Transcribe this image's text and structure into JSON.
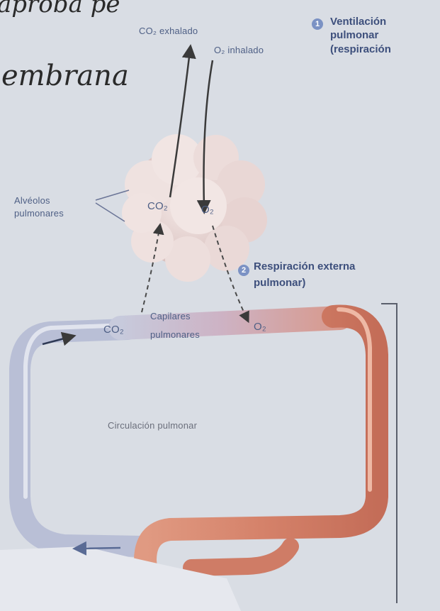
{
  "handwriting": {
    "top_line": "aproba pe",
    "word": "embrana"
  },
  "gas_labels": {
    "co2_exhaled": "CO₂ exhalado",
    "o2_inhaled": "O₂ inhalado",
    "co2_alveoli": "CO₂",
    "o2_alveoli": "O₂",
    "co2_capillary": "CO₂",
    "o2_capillary": "O₂"
  },
  "step1": {
    "number": "1",
    "lines": [
      "Ventilación",
      "pulmonar",
      "(respiración"
    ]
  },
  "step2": {
    "number": "2",
    "lines": [
      "Respiración externa",
      "pulmonar)"
    ]
  },
  "alveoli_label": [
    "Alvéolos",
    "pulmonares"
  ],
  "capillary_label": [
    "Capilares",
    "pulmonares"
  ],
  "circulation_label": "Circulación pulmonar",
  "colors": {
    "background": "#d9dde4",
    "vein_blue": "#b7bdd6",
    "artery_red": "#d5826a",
    "alveoli": "#ecdcdb",
    "label_blue": "#4e5f85"
  }
}
